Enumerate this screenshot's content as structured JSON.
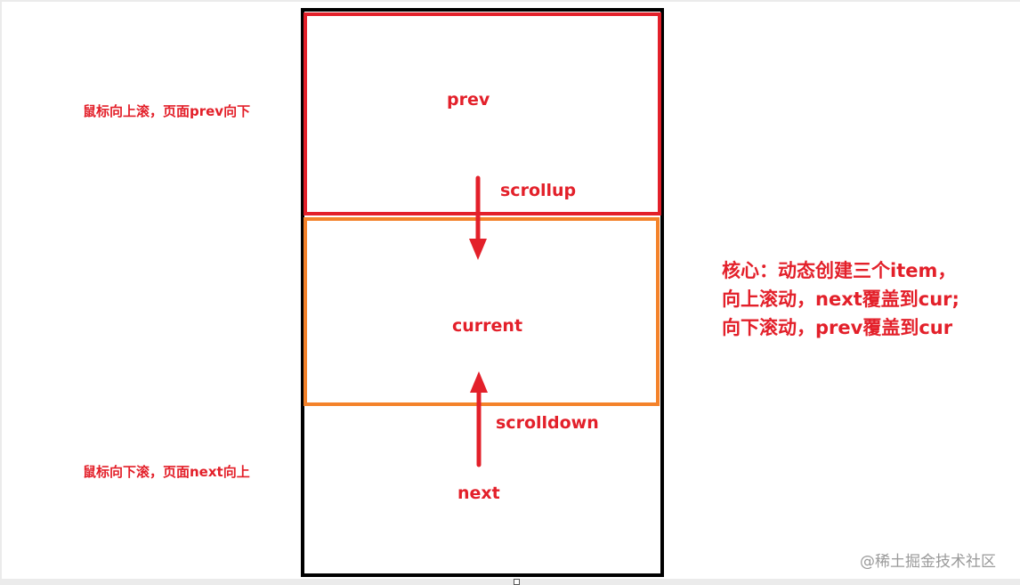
{
  "diagram": {
    "boxes": {
      "prev": {
        "label": "prev",
        "color": "#e3202a"
      },
      "current": {
        "label": "current",
        "color": "#f4822a"
      },
      "next": {
        "label": "next",
        "color": "#000000"
      }
    },
    "arrows": {
      "scrollup": {
        "label": "scrollup",
        "direction": "down",
        "color": "#e3202a"
      },
      "scrolldown": {
        "label": "scrolldown",
        "direction": "up",
        "color": "#e3202a"
      }
    },
    "side_notes": {
      "top": "鼠标向上滚，页面prev向下",
      "bottom": "鼠标向下滚，页面next向上"
    },
    "core_note": {
      "lines": [
        "核心：动态创建三个item，",
        "向上滚动，next覆盖到cur;",
        "向下滚动，prev覆盖到cur"
      ]
    },
    "text_color": "#e3202a"
  },
  "watermark": "@稀土掘金技术社区"
}
